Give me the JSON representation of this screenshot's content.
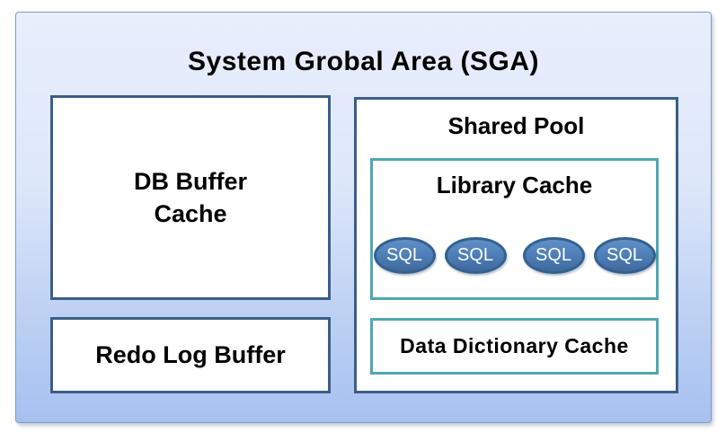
{
  "diagram": {
    "title": "System Grobal Area (SGA)",
    "db_buffer_cache": {
      "lines": [
        "DB Buffer",
        "Cache"
      ]
    },
    "redo_log_buffer": {
      "label": "Redo Log Buffer"
    },
    "shared_pool": {
      "label": "Shared Pool",
      "library_cache": {
        "label": "Library Cache",
        "sql_items": [
          "SQL",
          "SQL",
          "SQL",
          "SQL"
        ]
      },
      "data_dictionary_cache": {
        "label": "Data Dictionary Cache"
      }
    },
    "colors": {
      "background_gradient_top": "#e9eefc",
      "background_gradient_bottom": "#a7c1ef",
      "outer_border": "#7e9aca",
      "box_border_dark": "#3b5e88",
      "box_border_teal": "#4ea7b2",
      "sql_ellipse_fill": "#4b7cb6",
      "sql_ellipse_border": "#33618f",
      "sql_text_color": "#ffffff",
      "text_color": "#000000",
      "box_fill": "#ffffff"
    }
  }
}
